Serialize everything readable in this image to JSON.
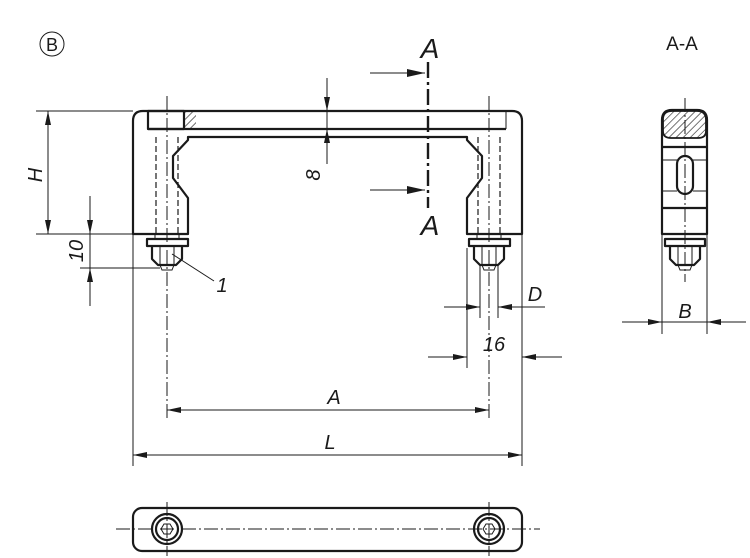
{
  "drawing": {
    "view_marker": "B",
    "section_title": "A-A",
    "section_marker_top": "A",
    "section_marker_bottom": "A",
    "dimensions": {
      "H": "H",
      "eight": "8",
      "ten": "10",
      "item_callout": "1",
      "D": "D",
      "sixteen": "16",
      "A": "A",
      "L": "L",
      "B": "B"
    }
  }
}
